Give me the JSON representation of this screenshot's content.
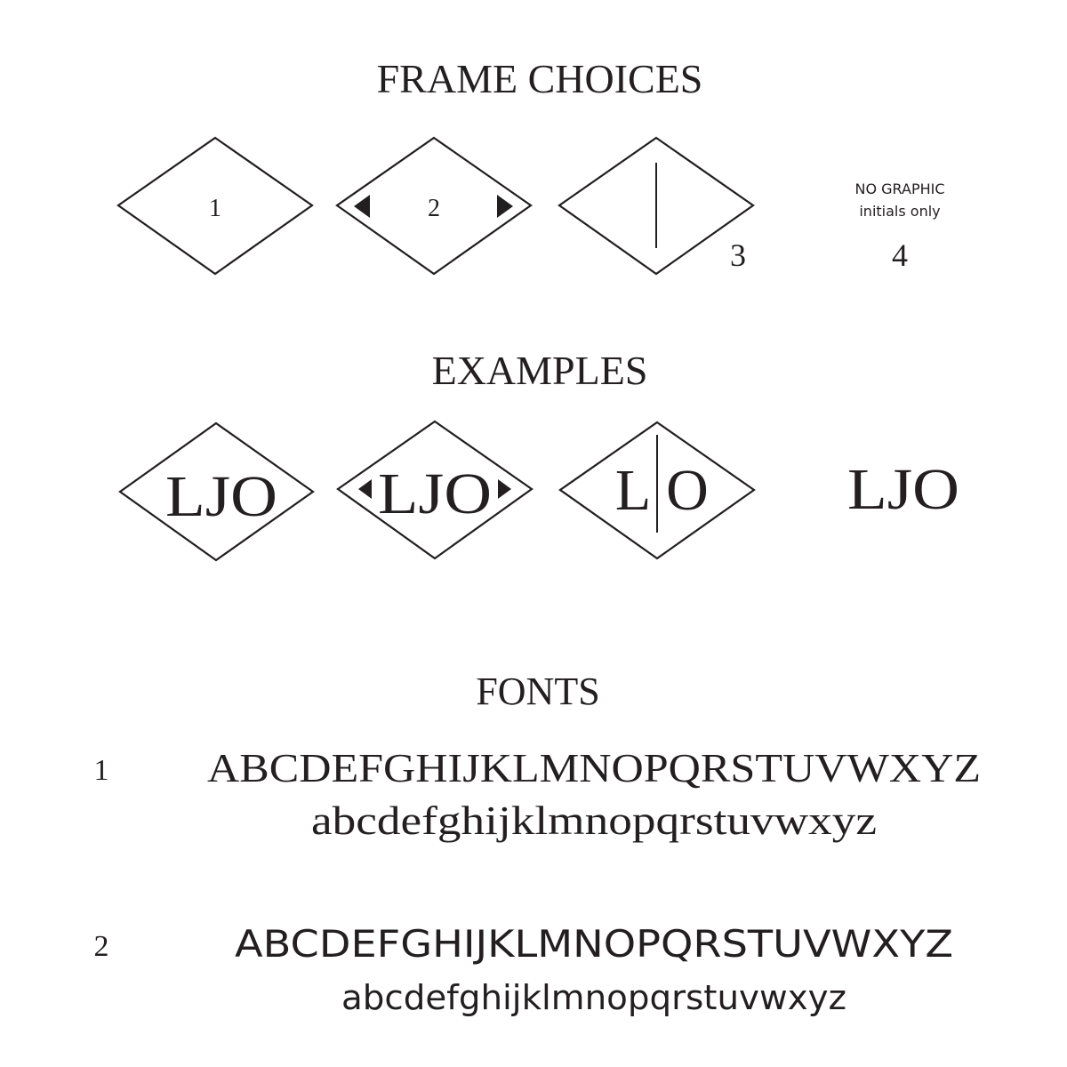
{
  "frame_choices": {
    "title": "FRAME CHOICES",
    "options": [
      {
        "number": "1"
      },
      {
        "number": "2"
      },
      {
        "number": "3"
      },
      {
        "number": "4",
        "line1": "NO GRAPHIC",
        "line2": "initials only"
      }
    ]
  },
  "examples": {
    "title": "EXAMPLES",
    "items": [
      {
        "text": "LJO"
      },
      {
        "text": "LJO"
      },
      {
        "left": "L",
        "right": "O"
      },
      {
        "text": "LJO"
      }
    ]
  },
  "fonts": {
    "title": "FONTS",
    "rows": [
      {
        "number": "1",
        "upper": "ABCDEFGHIJKLMNOPQRSTUVWXYZ",
        "lower": "abcdefghijklmnopqrstuvwxyz"
      },
      {
        "number": "2",
        "upper": "ABCDEFGHIJKLMNOPQRSTUVWXYZ",
        "lower": "abcdefghijklmnopqrstuvwxyz"
      }
    ]
  },
  "colors": {
    "ink": "#231f20",
    "background": "#ffffff"
  }
}
